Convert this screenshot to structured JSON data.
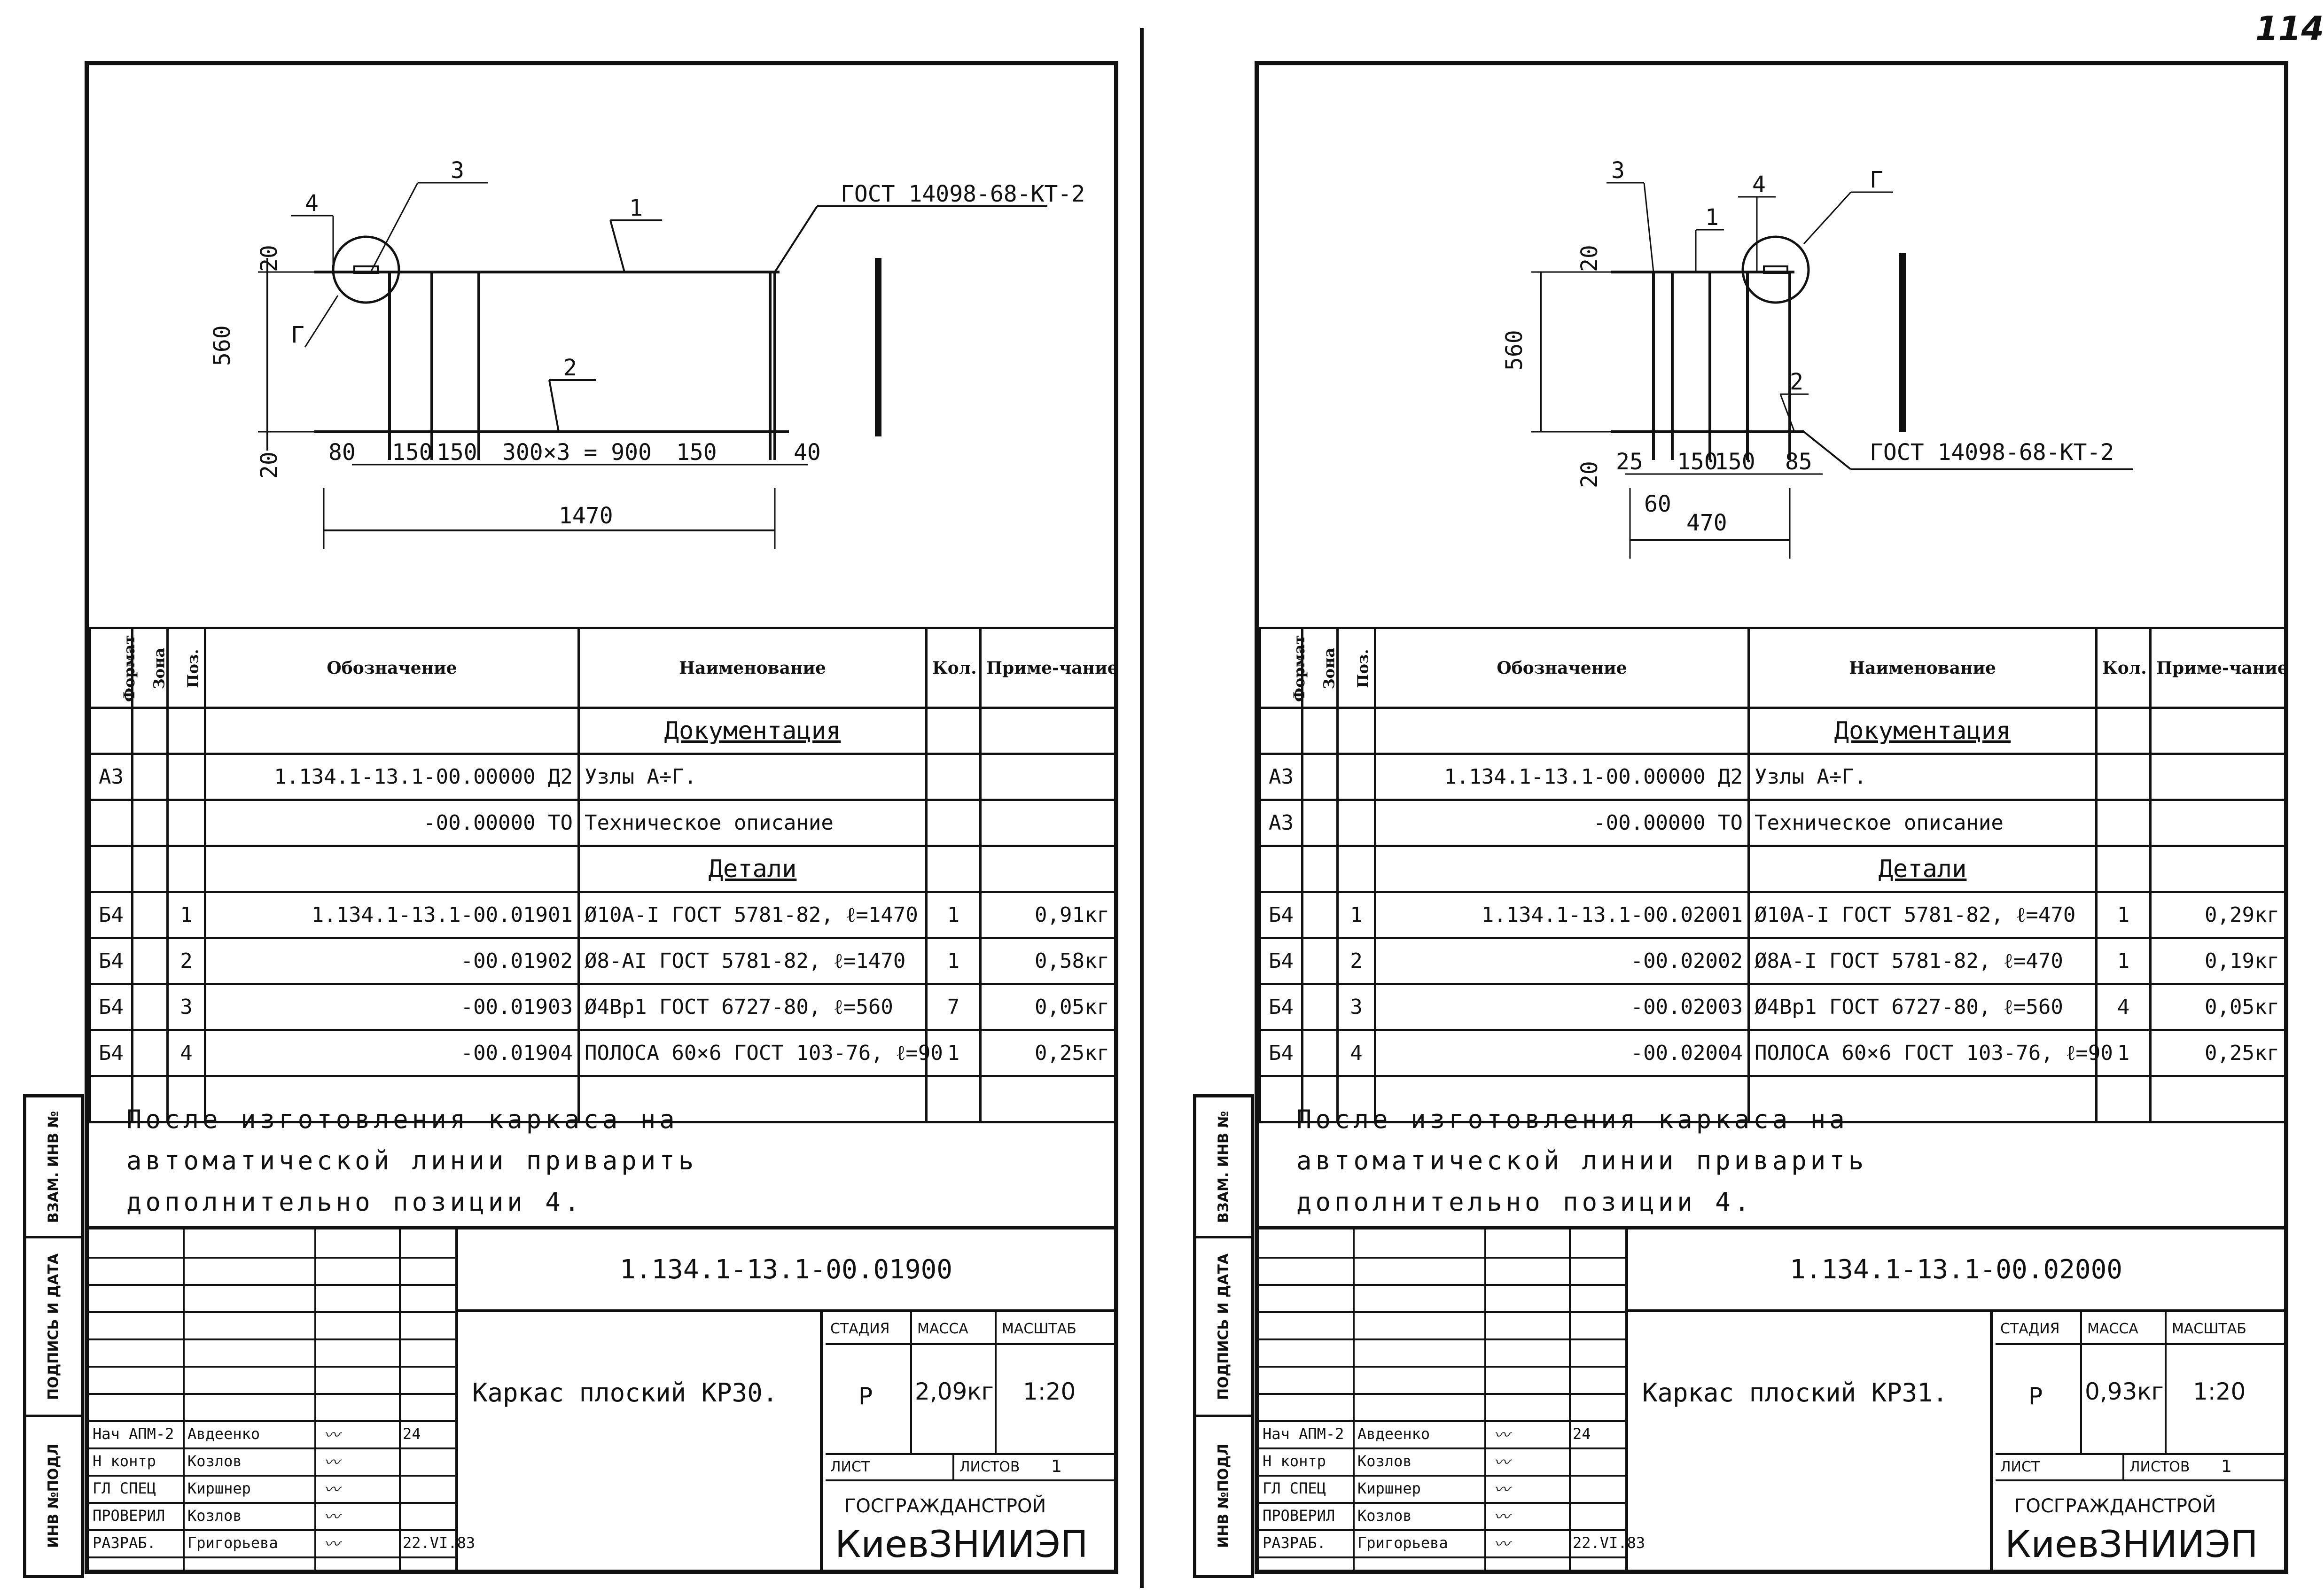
{
  "page_number": "114",
  "headers": {
    "format": "Формат",
    "zone": "Зона",
    "pos": "Поз.",
    "designation": "Обозначение",
    "name": "Наименование",
    "qty": "Кол.",
    "note": "Приме-чание"
  },
  "side_stamp": [
    "ВЗАМ. ИНВ №",
    "ПОДПИСЬ И ДАТА",
    "ИНВ №ПОДЛ"
  ],
  "left": {
    "drawing": {
      "dims": [
        "560",
        "20",
        "20",
        "80",
        "150",
        "150",
        "300×3 = 900",
        "150",
        "40",
        "1470"
      ],
      "callouts": [
        "1",
        "2",
        "3",
        "4",
        "Г"
      ],
      "standard": "ГОСТ 14098-68-КТ-2"
    },
    "spec_rows": [
      {
        "fmt": "",
        "zone": "",
        "pos": "",
        "designation": "",
        "name": "Документация",
        "qty": "",
        "note": "",
        "section": true
      },
      {
        "fmt": "А3",
        "zone": "",
        "pos": "",
        "designation": "1.134.1-13.1-00.00000 Д2",
        "name": "Узлы А÷Г.",
        "qty": "",
        "note": ""
      },
      {
        "fmt": "",
        "zone": "",
        "pos": "",
        "designation": "-00.00000 ТО",
        "name": "Техническое описание",
        "qty": "",
        "note": ""
      },
      {
        "fmt": "",
        "zone": "",
        "pos": "",
        "designation": "",
        "name": "Детали",
        "qty": "",
        "note": "",
        "section": true
      },
      {
        "fmt": "Б4",
        "zone": "",
        "pos": "1",
        "designation": "1.134.1-13.1-00.01901",
        "name": "Ø10A-I ГОСТ 5781-82, ℓ=1470",
        "qty": "1",
        "note": "0,91кг"
      },
      {
        "fmt": "Б4",
        "zone": "",
        "pos": "2",
        "designation": "-00.01902",
        "name": "Ø8-AI ГОСТ 5781-82, ℓ=1470",
        "qty": "1",
        "note": "0,58кг"
      },
      {
        "fmt": "Б4",
        "zone": "",
        "pos": "3",
        "designation": "-00.01903",
        "name": "Ø4Вр1 ГОСТ 6727-80, ℓ=560",
        "qty": "7",
        "note": "0,05кг"
      },
      {
        "fmt": "Б4",
        "zone": "",
        "pos": "4",
        "designation": "-00.01904",
        "name": "ПОЛОСА 60×6 ГОСТ 103-76, ℓ=90",
        "qty": "1",
        "note": "0,25кг"
      },
      {
        "fmt": "",
        "zone": "",
        "pos": "",
        "designation": "",
        "name": "",
        "qty": "",
        "note": ""
      }
    ],
    "note": [
      "После изготовления каркаса на",
      "автоматической линии приварить",
      "дополнительно     позиции 4."
    ],
    "code": "1.134.1-13.1-00.01900",
    "title": "Каркас плоский КР30.",
    "stage_label": "СТАДИЯ",
    "mass_label": "МАССА",
    "scale_label": "МАСШТАБ",
    "stage": "Р",
    "mass": "2,09кг",
    "scale": "1:20",
    "sheet_label": "ЛИСТ",
    "sheets_label": "ЛИСТОВ",
    "sheets": "1",
    "org1": "ГОСГРАЖДАНСТРОЙ",
    "org2": "КиевЗНИИЭП",
    "signers": [
      {
        "role": "Нач АПМ-2",
        "name": "Авдеенко",
        "date": "24"
      },
      {
        "role": "Н контр",
        "name": "Козлов",
        "date": ""
      },
      {
        "role": "ГЛ СПЕЦ",
        "name": "Киршнер",
        "date": ""
      },
      {
        "role": "ПРОВЕРИЛ",
        "name": "Козлов",
        "date": ""
      },
      {
        "role": "РАЗРАБ.",
        "name": "Григорьева",
        "date": "22.VI.83"
      }
    ]
  },
  "right": {
    "drawing": {
      "dims": [
        "560",
        "20",
        "20",
        "25",
        "150",
        "150",
        "85",
        "60",
        "470"
      ],
      "callouts": [
        "1",
        "2",
        "3",
        "4",
        "Г"
      ],
      "standard": "ГОСТ 14098-68-КТ-2"
    },
    "spec_rows": [
      {
        "fmt": "",
        "zone": "",
        "pos": "",
        "designation": "",
        "name": "Документация",
        "qty": "",
        "note": "",
        "section": true
      },
      {
        "fmt": "А3",
        "zone": "",
        "pos": "",
        "designation": "1.134.1-13.1-00.00000 Д2",
        "name": "Узлы А÷Г.",
        "qty": "",
        "note": ""
      },
      {
        "fmt": "А3",
        "zone": "",
        "pos": "",
        "designation": "-00.00000 ТО",
        "name": "Техническое описание",
        "qty": "",
        "note": ""
      },
      {
        "fmt": "",
        "zone": "",
        "pos": "",
        "designation": "",
        "name": "Детали",
        "qty": "",
        "note": "",
        "section": true
      },
      {
        "fmt": "Б4",
        "zone": "",
        "pos": "1",
        "designation": "1.134.1-13.1-00.02001",
        "name": "Ø10A-I ГОСТ 5781-82, ℓ=470",
        "qty": "1",
        "note": "0,29кг"
      },
      {
        "fmt": "Б4",
        "zone": "",
        "pos": "2",
        "designation": "-00.02002",
        "name": "Ø8A-I ГОСТ 5781-82, ℓ=470",
        "qty": "1",
        "note": "0,19кг"
      },
      {
        "fmt": "Б4",
        "zone": "",
        "pos": "3",
        "designation": "-00.02003",
        "name": "Ø4Вр1 ГОСТ 6727-80, ℓ=560",
        "qty": "4",
        "note": "0,05кг"
      },
      {
        "fmt": "Б4",
        "zone": "",
        "pos": "4",
        "designation": "-00.02004",
        "name": "ПОЛОСА 60×6 ГОСТ 103-76, ℓ=90",
        "qty": "1",
        "note": "0,25кг"
      },
      {
        "fmt": "",
        "zone": "",
        "pos": "",
        "designation": "",
        "name": "",
        "qty": "",
        "note": ""
      }
    ],
    "note": [
      "После изготовления   каркаса на",
      "автоматической линии приварить",
      "дополнительно     позиции 4."
    ],
    "code": "1.134.1-13.1-00.02000",
    "title": "Каркас плоский КР31.",
    "stage_label": "СТАДИЯ",
    "mass_label": "МАССА",
    "scale_label": "МАСШТАБ",
    "stage": "Р",
    "mass": "0,93кг",
    "scale": "1:20",
    "sheet_label": "ЛИСТ",
    "sheets_label": "ЛИСТОВ",
    "sheets": "1",
    "org1": "ГОСГРАЖДАНСТРОЙ",
    "org2": "КиевЗНИИЭП",
    "signers": [
      {
        "role": "Нач АПМ-2",
        "name": "Авдеенко",
        "date": "24"
      },
      {
        "role": "Н контр",
        "name": "Козлов",
        "date": ""
      },
      {
        "role": "ГЛ СПЕЦ",
        "name": "Киршнер",
        "date": ""
      },
      {
        "role": "ПРОВЕРИЛ",
        "name": "Козлов",
        "date": ""
      },
      {
        "role": "РАЗРАБ.",
        "name": "Григорьева",
        "date": "22.VI.83"
      }
    ]
  }
}
